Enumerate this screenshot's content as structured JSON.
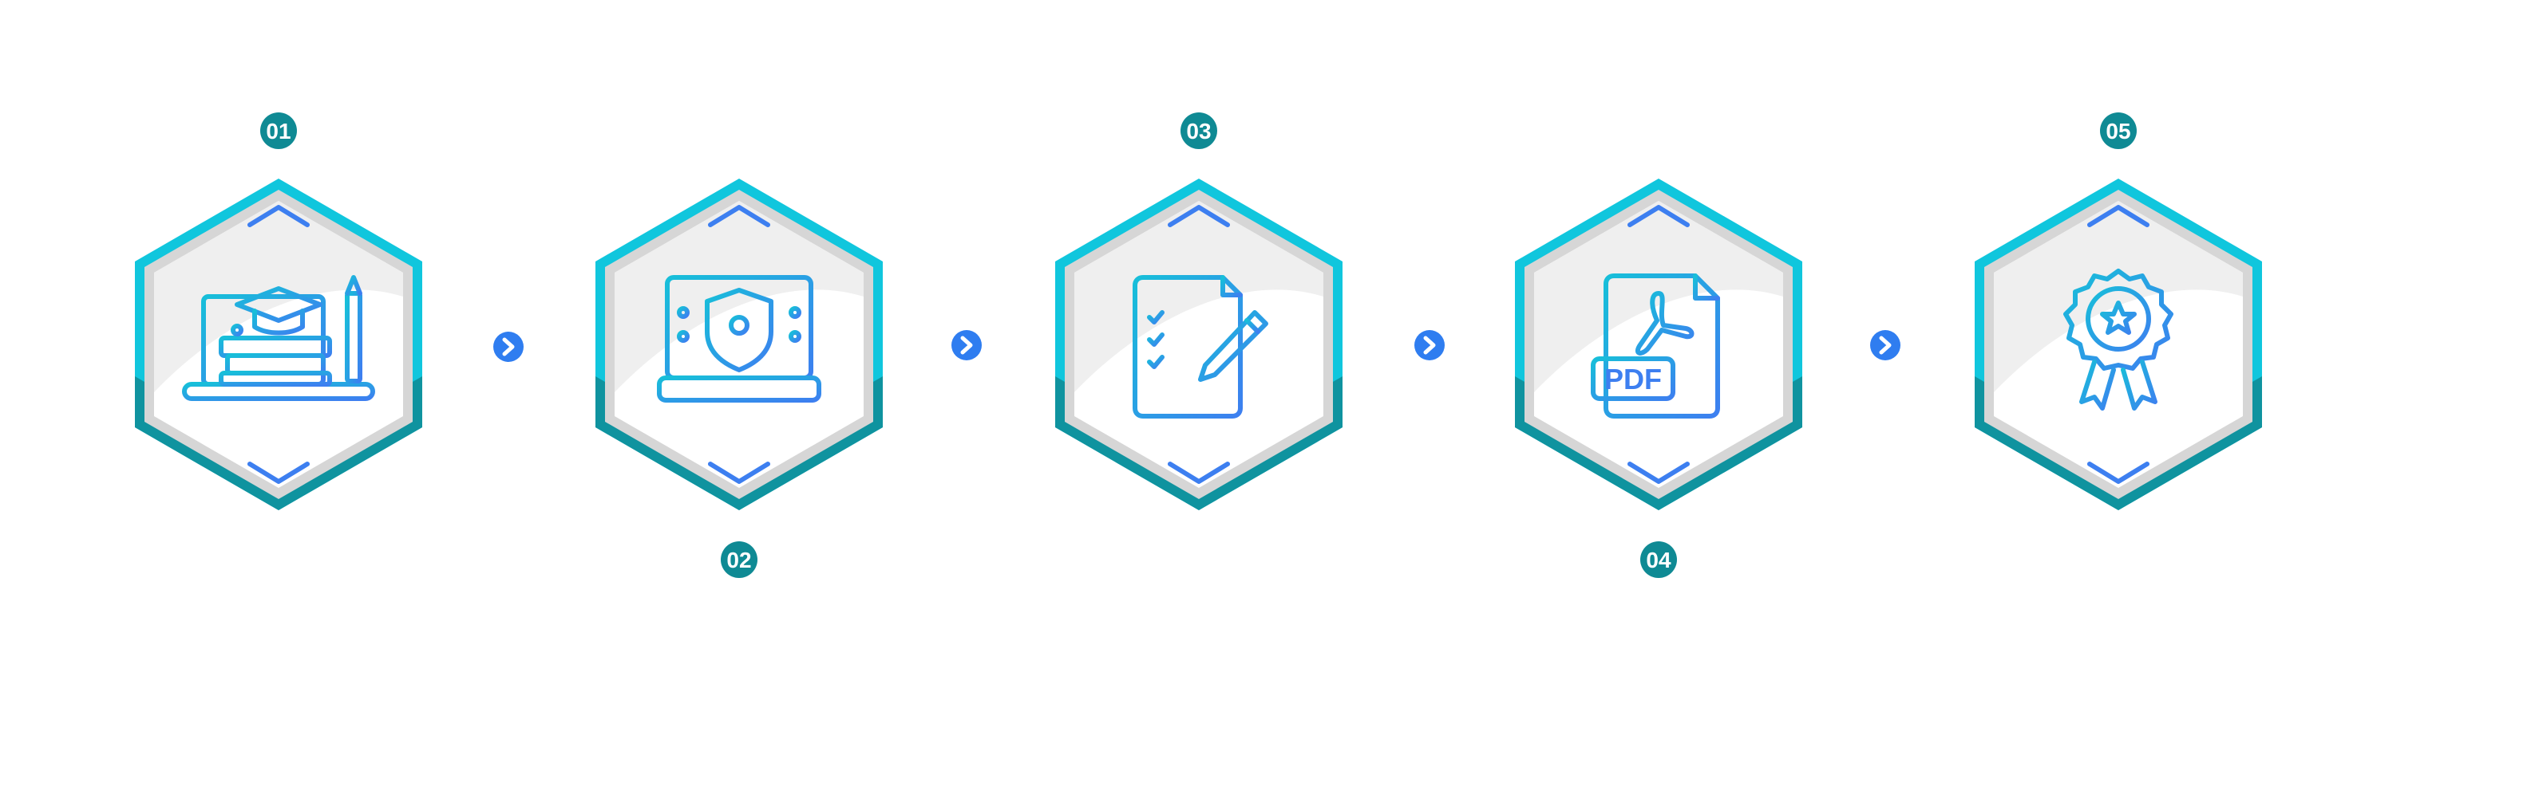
{
  "colors": {
    "hex_outer_light": "#10c6dd",
    "hex_outer_dark": "#0f8a94",
    "hex_inner_gray": "#d6d6d6",
    "hex_fill_light": "#efefef",
    "badge": "#0f8a94",
    "chevron": "#3d7ff0",
    "icon_blue": "#3d7ff0",
    "icon_teal": "#17bfd9",
    "connector": "#2f7df0"
  },
  "steps": [
    {
      "number": "01",
      "icon": "graduation-cap-books-laptop-icon",
      "badge_position": "top"
    },
    {
      "number": "02",
      "icon": "laptop-shield-lock-icon",
      "badge_position": "bottom"
    },
    {
      "number": "03",
      "icon": "document-checklist-pencil-icon",
      "badge_position": "top"
    },
    {
      "number": "04",
      "icon": "pdf-file-icon",
      "badge_position": "bottom",
      "pdf_label": "PDF"
    },
    {
      "number": "05",
      "icon": "award-rosette-star-icon",
      "badge_position": "top"
    }
  ],
  "connectors": [
    {
      "icon": "chevron-right-circle-icon"
    },
    {
      "icon": "chevron-right-circle-icon"
    },
    {
      "icon": "chevron-right-circle-icon"
    },
    {
      "icon": "chevron-right-circle-icon"
    }
  ]
}
